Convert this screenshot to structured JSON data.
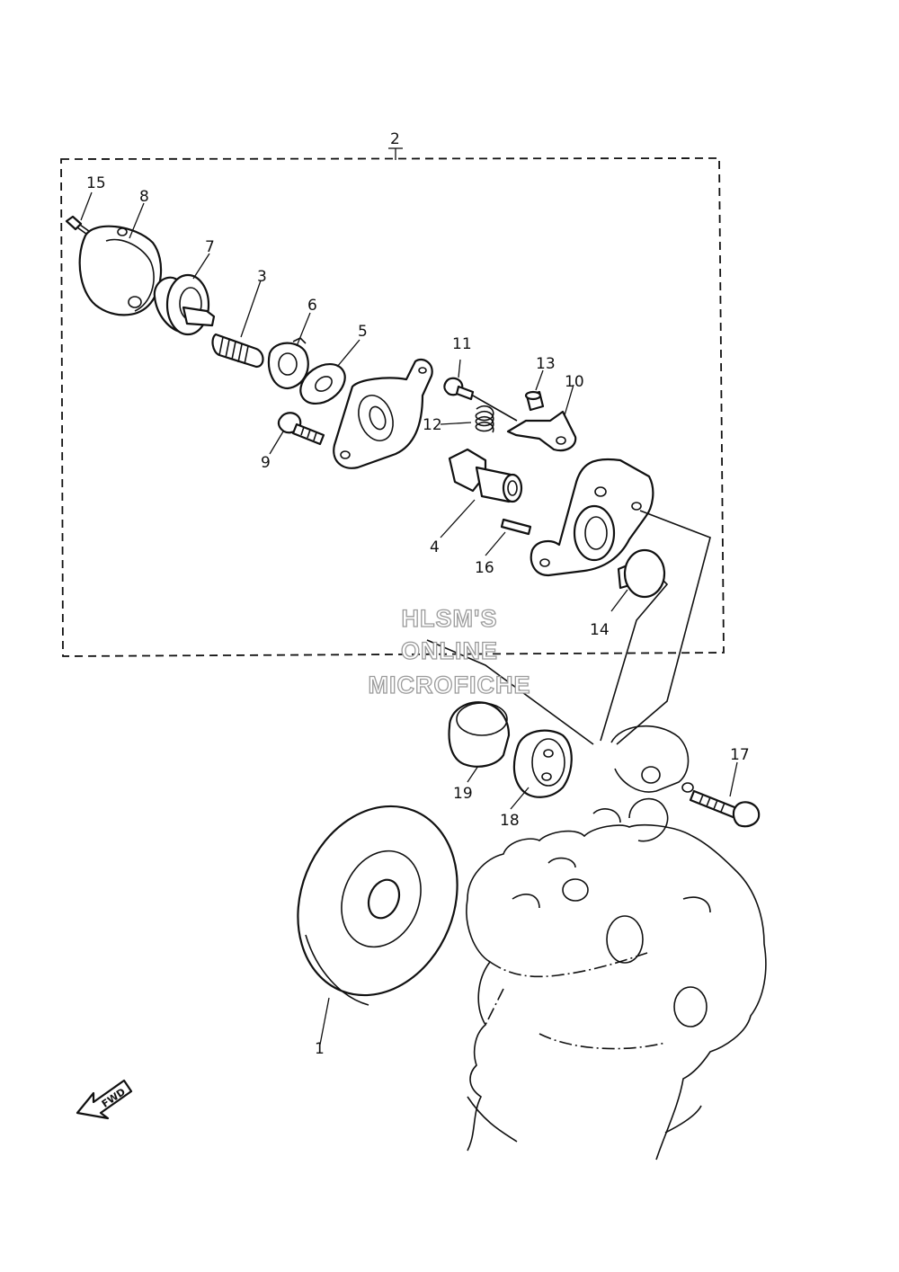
{
  "callouts": {
    "c1": "1",
    "c2": "2",
    "c3": "3",
    "c4": "4",
    "c5": "5",
    "c6": "6",
    "c7": "7",
    "c8": "8",
    "c9": "9",
    "c10": "10",
    "c11": "11",
    "c12": "12",
    "c13": "13",
    "c14": "14",
    "c15": "15",
    "c16": "16",
    "c17": "17",
    "c18": "18",
    "c19": "19"
  },
  "watermark": {
    "line1": "HLSM'S",
    "line2": "ONLINE",
    "line3": "MICROFICHE"
  },
  "fwd_label": "FWD",
  "colors": {
    "ink": "#111111",
    "watermark_outline": "#9a9a9a",
    "background": "#ffffff"
  }
}
